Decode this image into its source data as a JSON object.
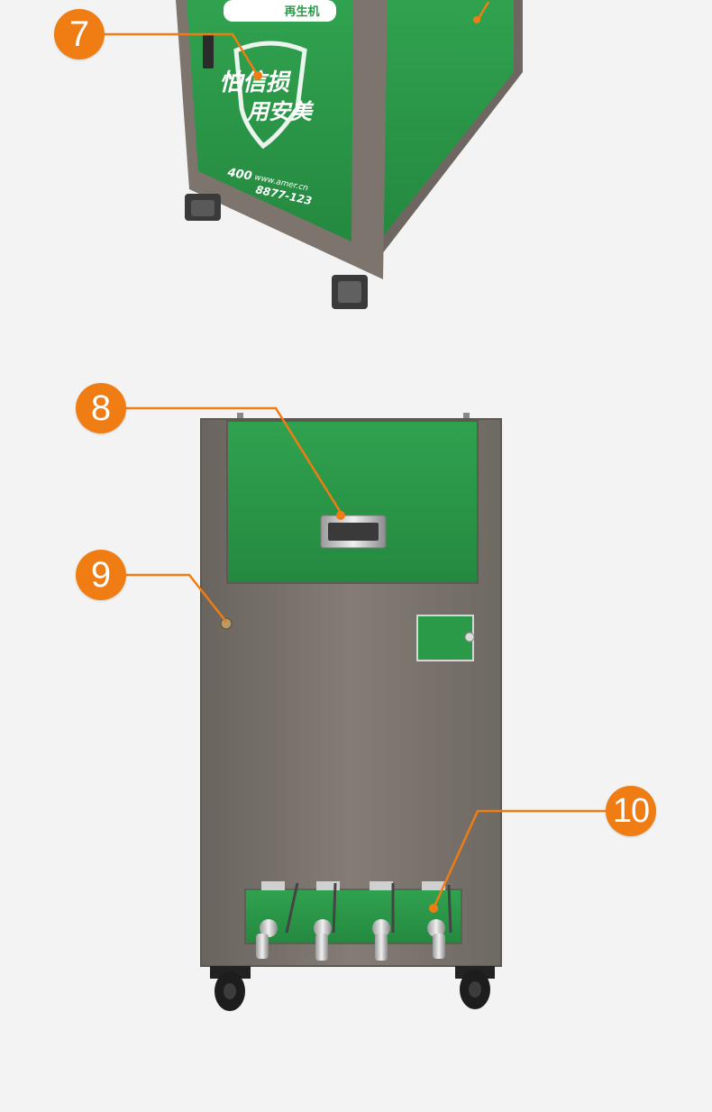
{
  "callouts": [
    {
      "id": "7",
      "label": "7"
    },
    {
      "id": "8",
      "label": "8"
    },
    {
      "id": "9",
      "label": "9"
    },
    {
      "id": "10",
      "label": "10"
    }
  ],
  "panel_text": {
    "model": "再生机",
    "slogan_line1": "怕信损",
    "slogan_line2": "用安美",
    "hotline_prefix": "400",
    "hotline_number": "8877-123",
    "website": "www.amer.cn"
  },
  "colors": {
    "background": "#f3f3f3",
    "body_grey": "#7a736d",
    "panel_green": "#2a9a48",
    "callout_orange": "#f07c14"
  }
}
